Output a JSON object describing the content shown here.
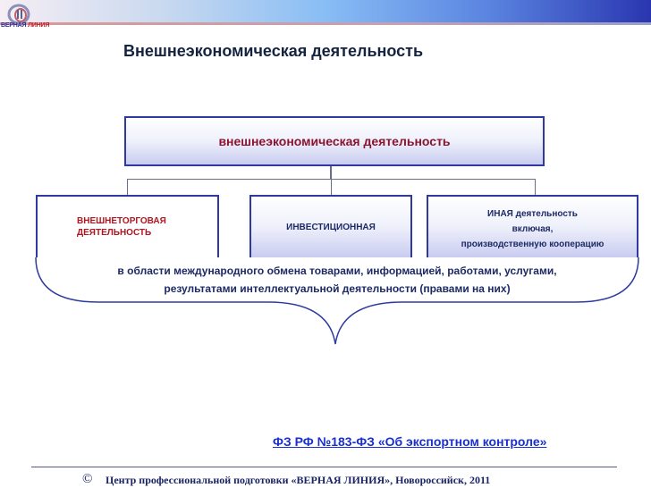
{
  "header": {
    "logo_text_a": "ВЕРНАЯ",
    "logo_text_b": "ЛИНИЯ"
  },
  "title": "Внешнеэкономическая деятельность",
  "diagram": {
    "root": "внешнеэкономическая деятельность",
    "children": [
      {
        "lines": [
          "ВНЕШНЕТОРГОВАЯ",
          "ДЕЯТЕЛЬНОСТЬ"
        ]
      },
      {
        "lines": [
          "ИНВЕСТИЦИОННАЯ"
        ]
      },
      {
        "lines": [
          "ИНАЯ деятельность",
          "включая,",
          "производственную кооперацию"
        ]
      }
    ],
    "scope_lines": [
      "в области международного обмена товарами,  информацией, работами, услугами,",
      "результатами интеллектуальной деятельности (правами на них)"
    ]
  },
  "law_link": "ФЗ РФ №183-ФЗ «Об экспортном контроле»",
  "footer": {
    "copyright_symbol": "©",
    "text": "Центр профессиональной подготовки «ВЕРНАЯ ЛИНИЯ», Новороссийск, 2011"
  }
}
